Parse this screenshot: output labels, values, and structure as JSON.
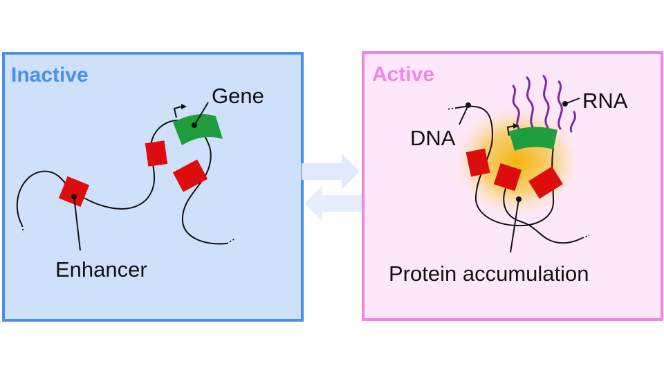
{
  "panels": {
    "inactive": {
      "title": "Inactive",
      "labels": {
        "gene": "Gene",
        "enhancer": "Enhancer"
      }
    },
    "active": {
      "title": "Active",
      "labels": {
        "rna": "RNA",
        "dna": "DNA",
        "protein": "Protein accumulation"
      }
    }
  },
  "colors": {
    "inactive_border": "#4a8fe7",
    "inactive_fill": "#cfe0fb",
    "inactive_title": "#4a8fe7",
    "active_border": "#ef86e3",
    "active_fill": "#fde8fb",
    "active_title": "#ef86e3",
    "enhancer": "#dd0d0d",
    "gene": "#1f9e3e",
    "rna": "#7a2aa0",
    "protein_glow": "#f3b000",
    "arrow": "#dfe9fb"
  },
  "icons": {
    "transition": "bidirectional-arrows-icon",
    "tss": "transcription-start-arrow-icon"
  }
}
